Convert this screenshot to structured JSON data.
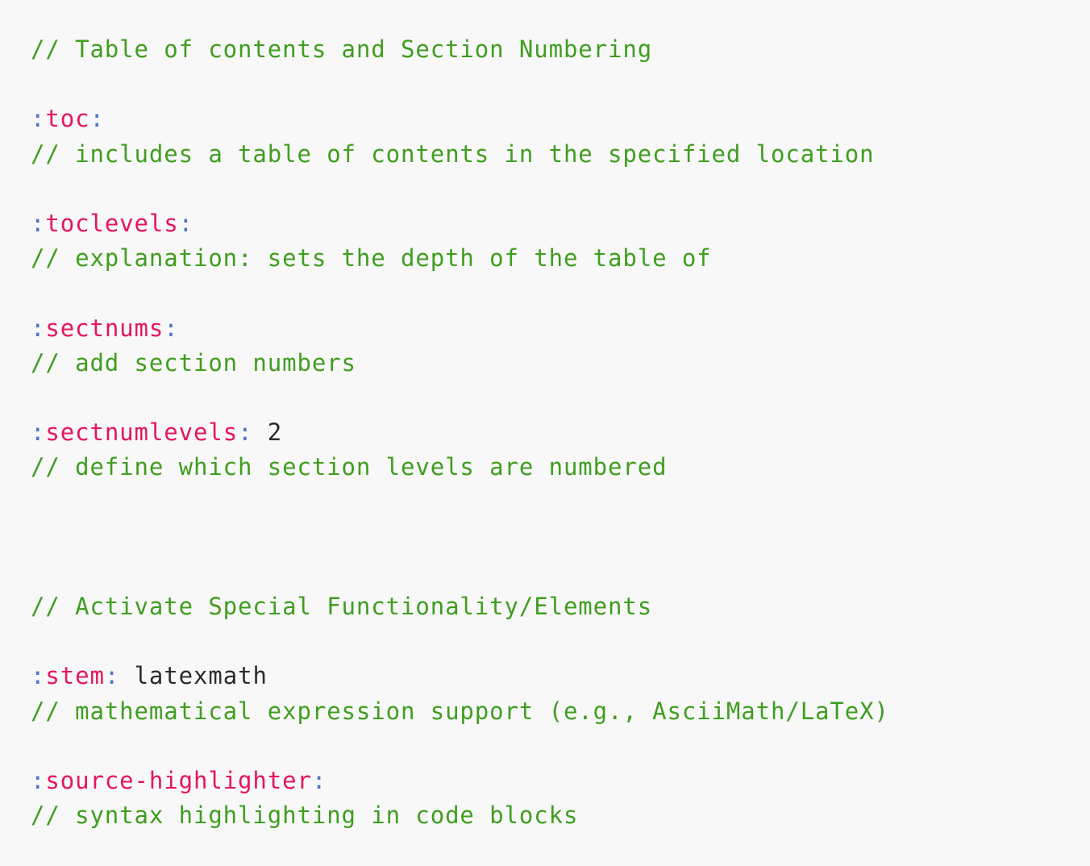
{
  "colors": {
    "background": "#f8f8f8",
    "comment": "#3f9e1f",
    "punctuation": "#4f74c8",
    "attribute_name": "#e5165b",
    "attribute_value": "#2c2c2c"
  },
  "lines": [
    {
      "kind": "comment",
      "text": "// Table of contents and Section Numbering"
    },
    {
      "kind": "blank"
    },
    {
      "kind": "attribute",
      "name": "toc",
      "value": ""
    },
    {
      "kind": "comment",
      "text": "// includes a table of contents in the specified location"
    },
    {
      "kind": "blank"
    },
    {
      "kind": "attribute",
      "name": "toclevels",
      "value": ""
    },
    {
      "kind": "comment",
      "text": "// explanation: sets the depth of the table of"
    },
    {
      "kind": "blank"
    },
    {
      "kind": "attribute",
      "name": "sectnums",
      "value": ""
    },
    {
      "kind": "comment",
      "text": "// add section numbers"
    },
    {
      "kind": "blank"
    },
    {
      "kind": "attribute",
      "name": "sectnumlevels",
      "value": "2"
    },
    {
      "kind": "comment",
      "text": "// define which section levels are numbered"
    },
    {
      "kind": "blank"
    },
    {
      "kind": "blank"
    },
    {
      "kind": "blank"
    },
    {
      "kind": "comment",
      "text": "// Activate Special Functionality/Elements"
    },
    {
      "kind": "blank"
    },
    {
      "kind": "attribute",
      "name": "stem",
      "value": "latexmath"
    },
    {
      "kind": "comment",
      "text": "// mathematical expression support (e.g., AsciiMath/LaTeX)"
    },
    {
      "kind": "blank"
    },
    {
      "kind": "attribute",
      "name": "source-highlighter",
      "value": ""
    },
    {
      "kind": "comment",
      "text": "// syntax highlighting in code blocks"
    }
  ]
}
